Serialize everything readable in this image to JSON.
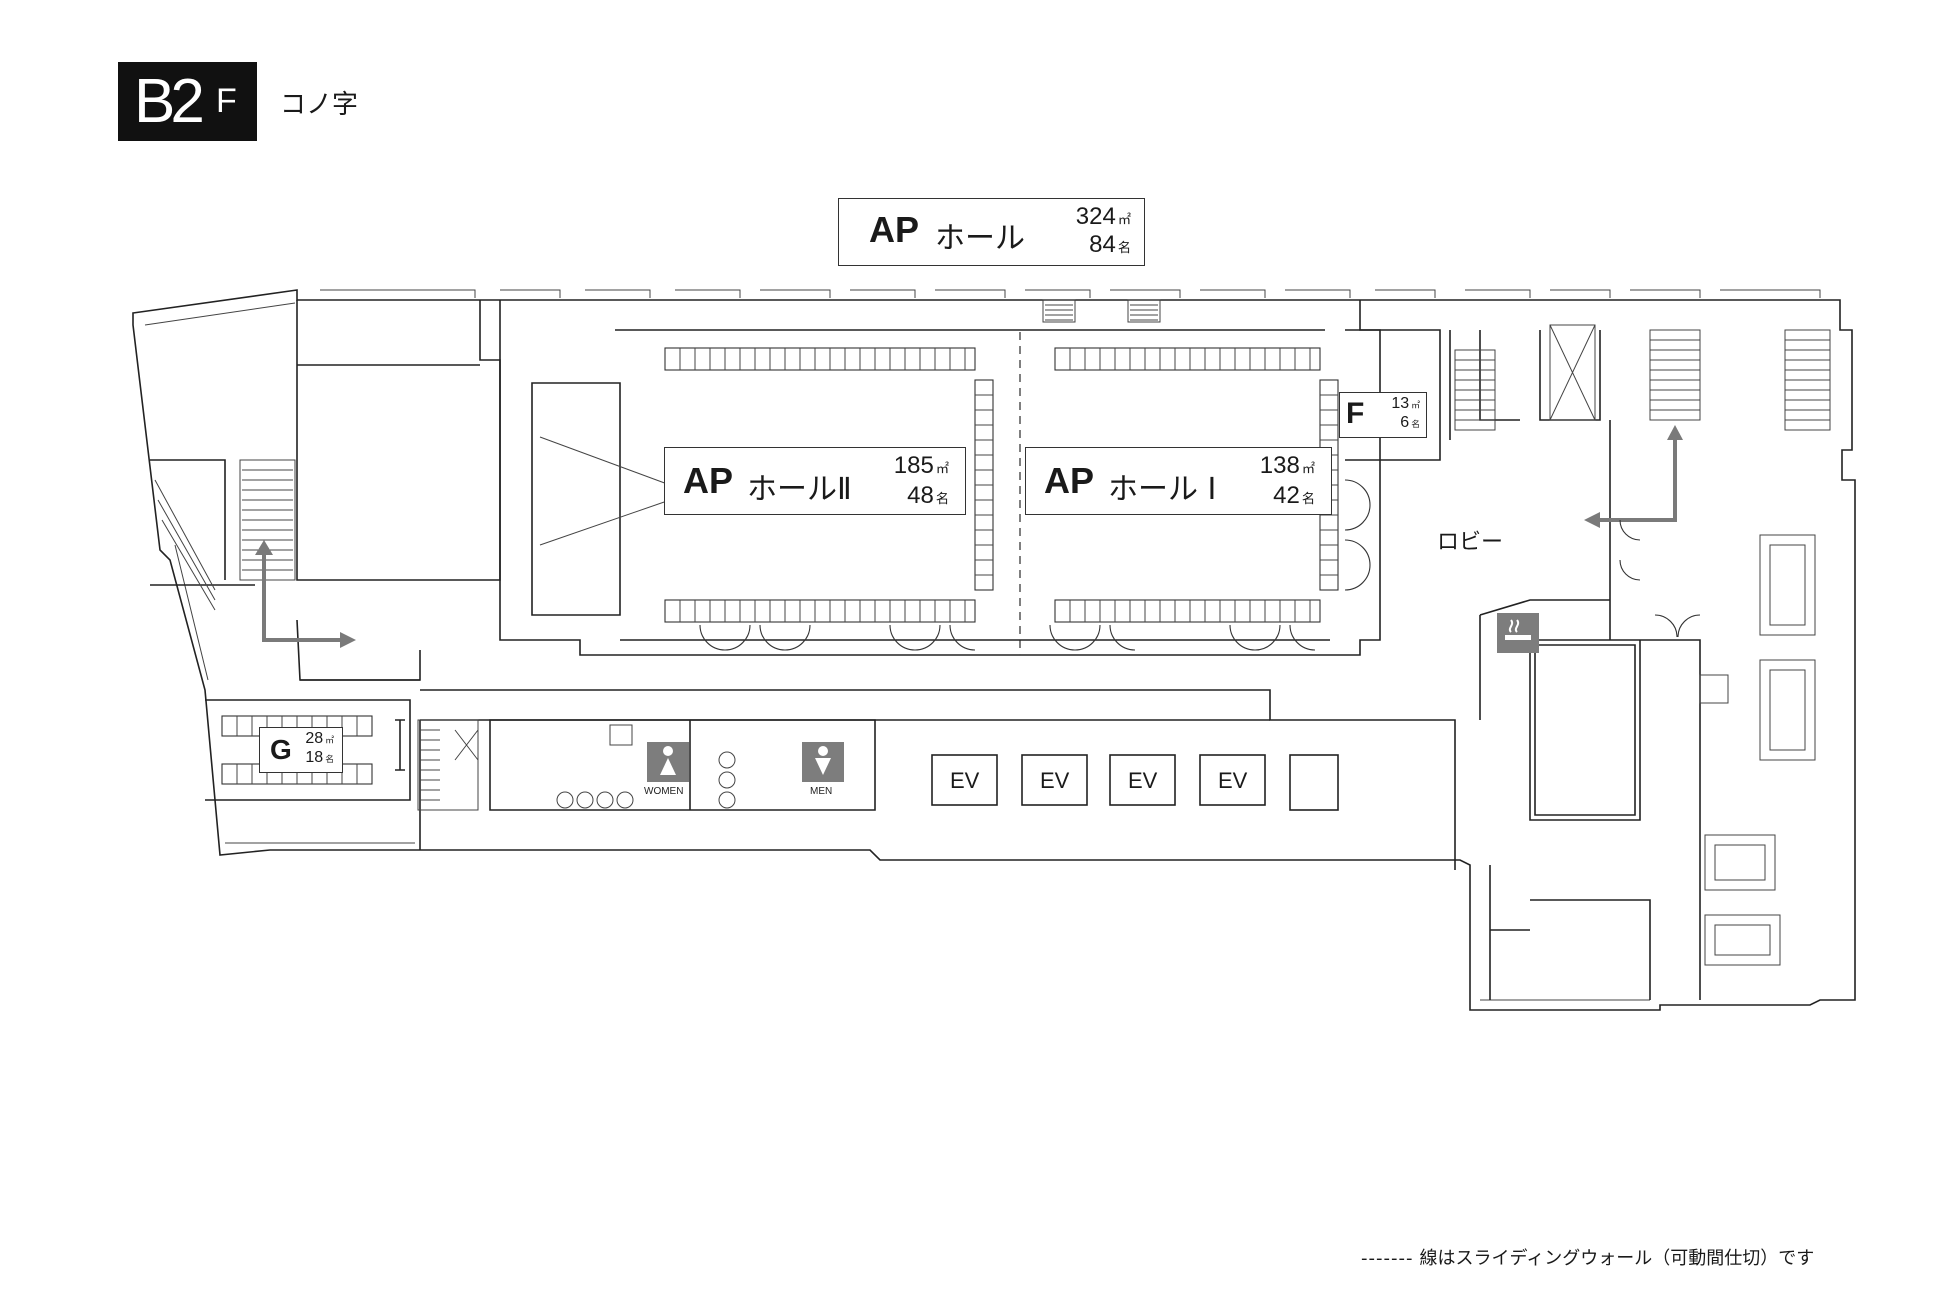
{
  "header": {
    "floor_number": "B2",
    "floor_suffix": "F",
    "layout_name": "コノ字"
  },
  "rooms": {
    "ap_hall": {
      "code": "AP",
      "name": "ホール",
      "area": "324",
      "area_unit": "㎡",
      "capacity": "84",
      "capacity_unit": "名"
    },
    "ap_hall_2": {
      "code": "AP",
      "name": "ホールⅡ",
      "area": "185",
      "area_unit": "㎡",
      "capacity": "48",
      "capacity_unit": "名"
    },
    "ap_hall_1": {
      "code": "AP",
      "name": "ホール Ⅰ",
      "area": "138",
      "area_unit": "㎡",
      "capacity": "42",
      "capacity_unit": "名"
    },
    "room_f": {
      "code": "F",
      "area": "13",
      "area_unit": "㎡",
      "capacity": "6",
      "capacity_unit": "名"
    },
    "room_g": {
      "code": "G",
      "area": "28",
      "area_unit": "㎡",
      "capacity": "18",
      "capacity_unit": "名"
    }
  },
  "facilities": {
    "lobby": "ロビー",
    "elevators": [
      "EV",
      "EV",
      "EV",
      "EV"
    ],
    "restroom_women": "WOMEN",
    "restroom_men": "MEN",
    "smoking_icon": "smoking-area-icon"
  },
  "legend": {
    "dashes": "-------",
    "text": "線はスライディングウォール（可動間仕切）です"
  },
  "colors": {
    "badge": "#111111",
    "icon_gray": "#7d7d7d",
    "arrow_gray": "#7a7a7a"
  }
}
